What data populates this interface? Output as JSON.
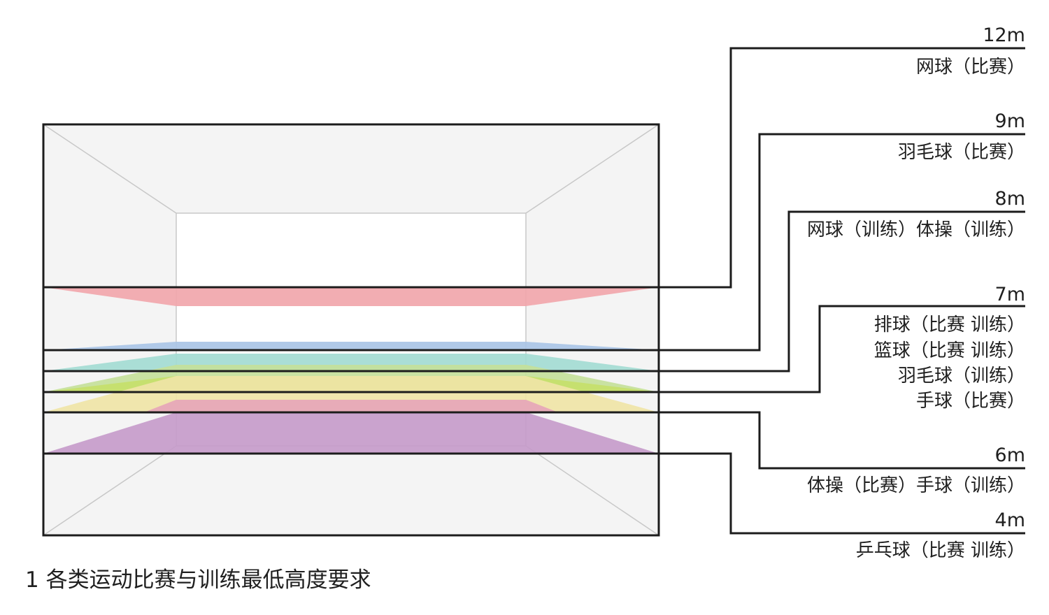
{
  "caption": "1  各类运动比赛与训练最低高度要求",
  "levels": [
    {
      "height": "12m",
      "sports": [
        "网球（比赛）"
      ],
      "color": "#f1a6ab"
    },
    {
      "height": "9m",
      "sports": [
        "羽毛球（比赛）"
      ],
      "color": "#a9c4e6"
    },
    {
      "height": "8m",
      "sports": [
        "网球（训练）体操（训练）"
      ],
      "color": "#a3dbd2"
    },
    {
      "height": "7m",
      "sports": [
        "排球（比赛 训练）",
        "篮球（比赛 训练）",
        "羽毛球（训练）",
        "手球（比赛）"
      ],
      "color": "#c4e09a"
    },
    {
      "height": "6m",
      "sports": [
        "体操（比赛）手球（训练）"
      ],
      "color": "#efe4a6"
    },
    {
      "height": "4m",
      "sports": [
        "乒乓球（比赛 训练）"
      ],
      "color": "#c69bca"
    }
  ],
  "extra_band_colors": {
    "lime": "#c6e06a",
    "pink": "#e6a6b8"
  }
}
